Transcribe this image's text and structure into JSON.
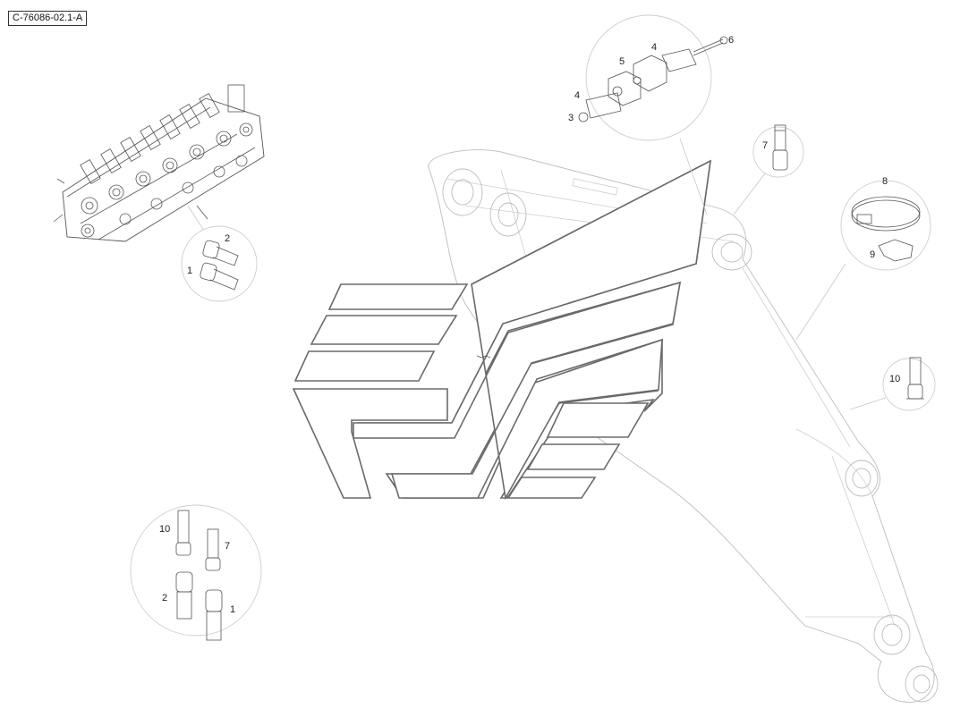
{
  "drawing": {
    "id": "C-76086-02.1-A"
  },
  "callouts": {
    "valve_fittings": {
      "labels": [
        "2",
        "1"
      ]
    },
    "clamp_group": {
      "labels": [
        "6",
        "4",
        "5",
        "4",
        "3"
      ]
    },
    "fitting_7": {
      "label": "7"
    },
    "hose_clamp": {
      "labels": [
        "8",
        "9"
      ]
    },
    "fitting_10": {
      "label": "10"
    },
    "fitting_set": {
      "labels": [
        "10",
        "7",
        "2",
        "1"
      ]
    }
  },
  "colors": {
    "line": "#bdbdbd",
    "part_stroke": "#555555",
    "logo_stroke": "#6a6a6a"
  }
}
